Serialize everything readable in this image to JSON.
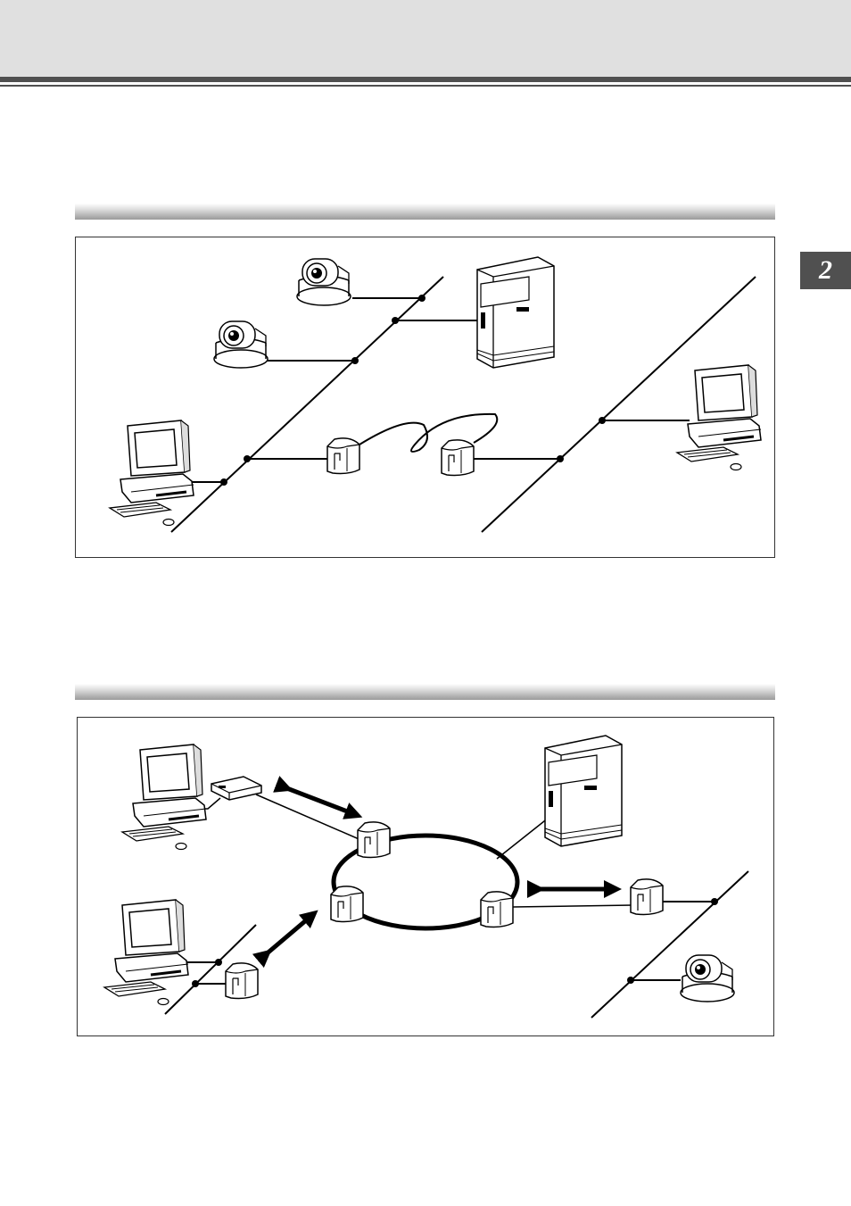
{
  "header": {
    "chapter_number": "2"
  },
  "diagrams": [
    {
      "id": "lan-with-remote-link"
    },
    {
      "id": "ring-network"
    }
  ],
  "icons": [
    "camera-icon",
    "server-icon",
    "pc-icon",
    "router-icon",
    "hub-icon",
    "arrow-icon"
  ]
}
